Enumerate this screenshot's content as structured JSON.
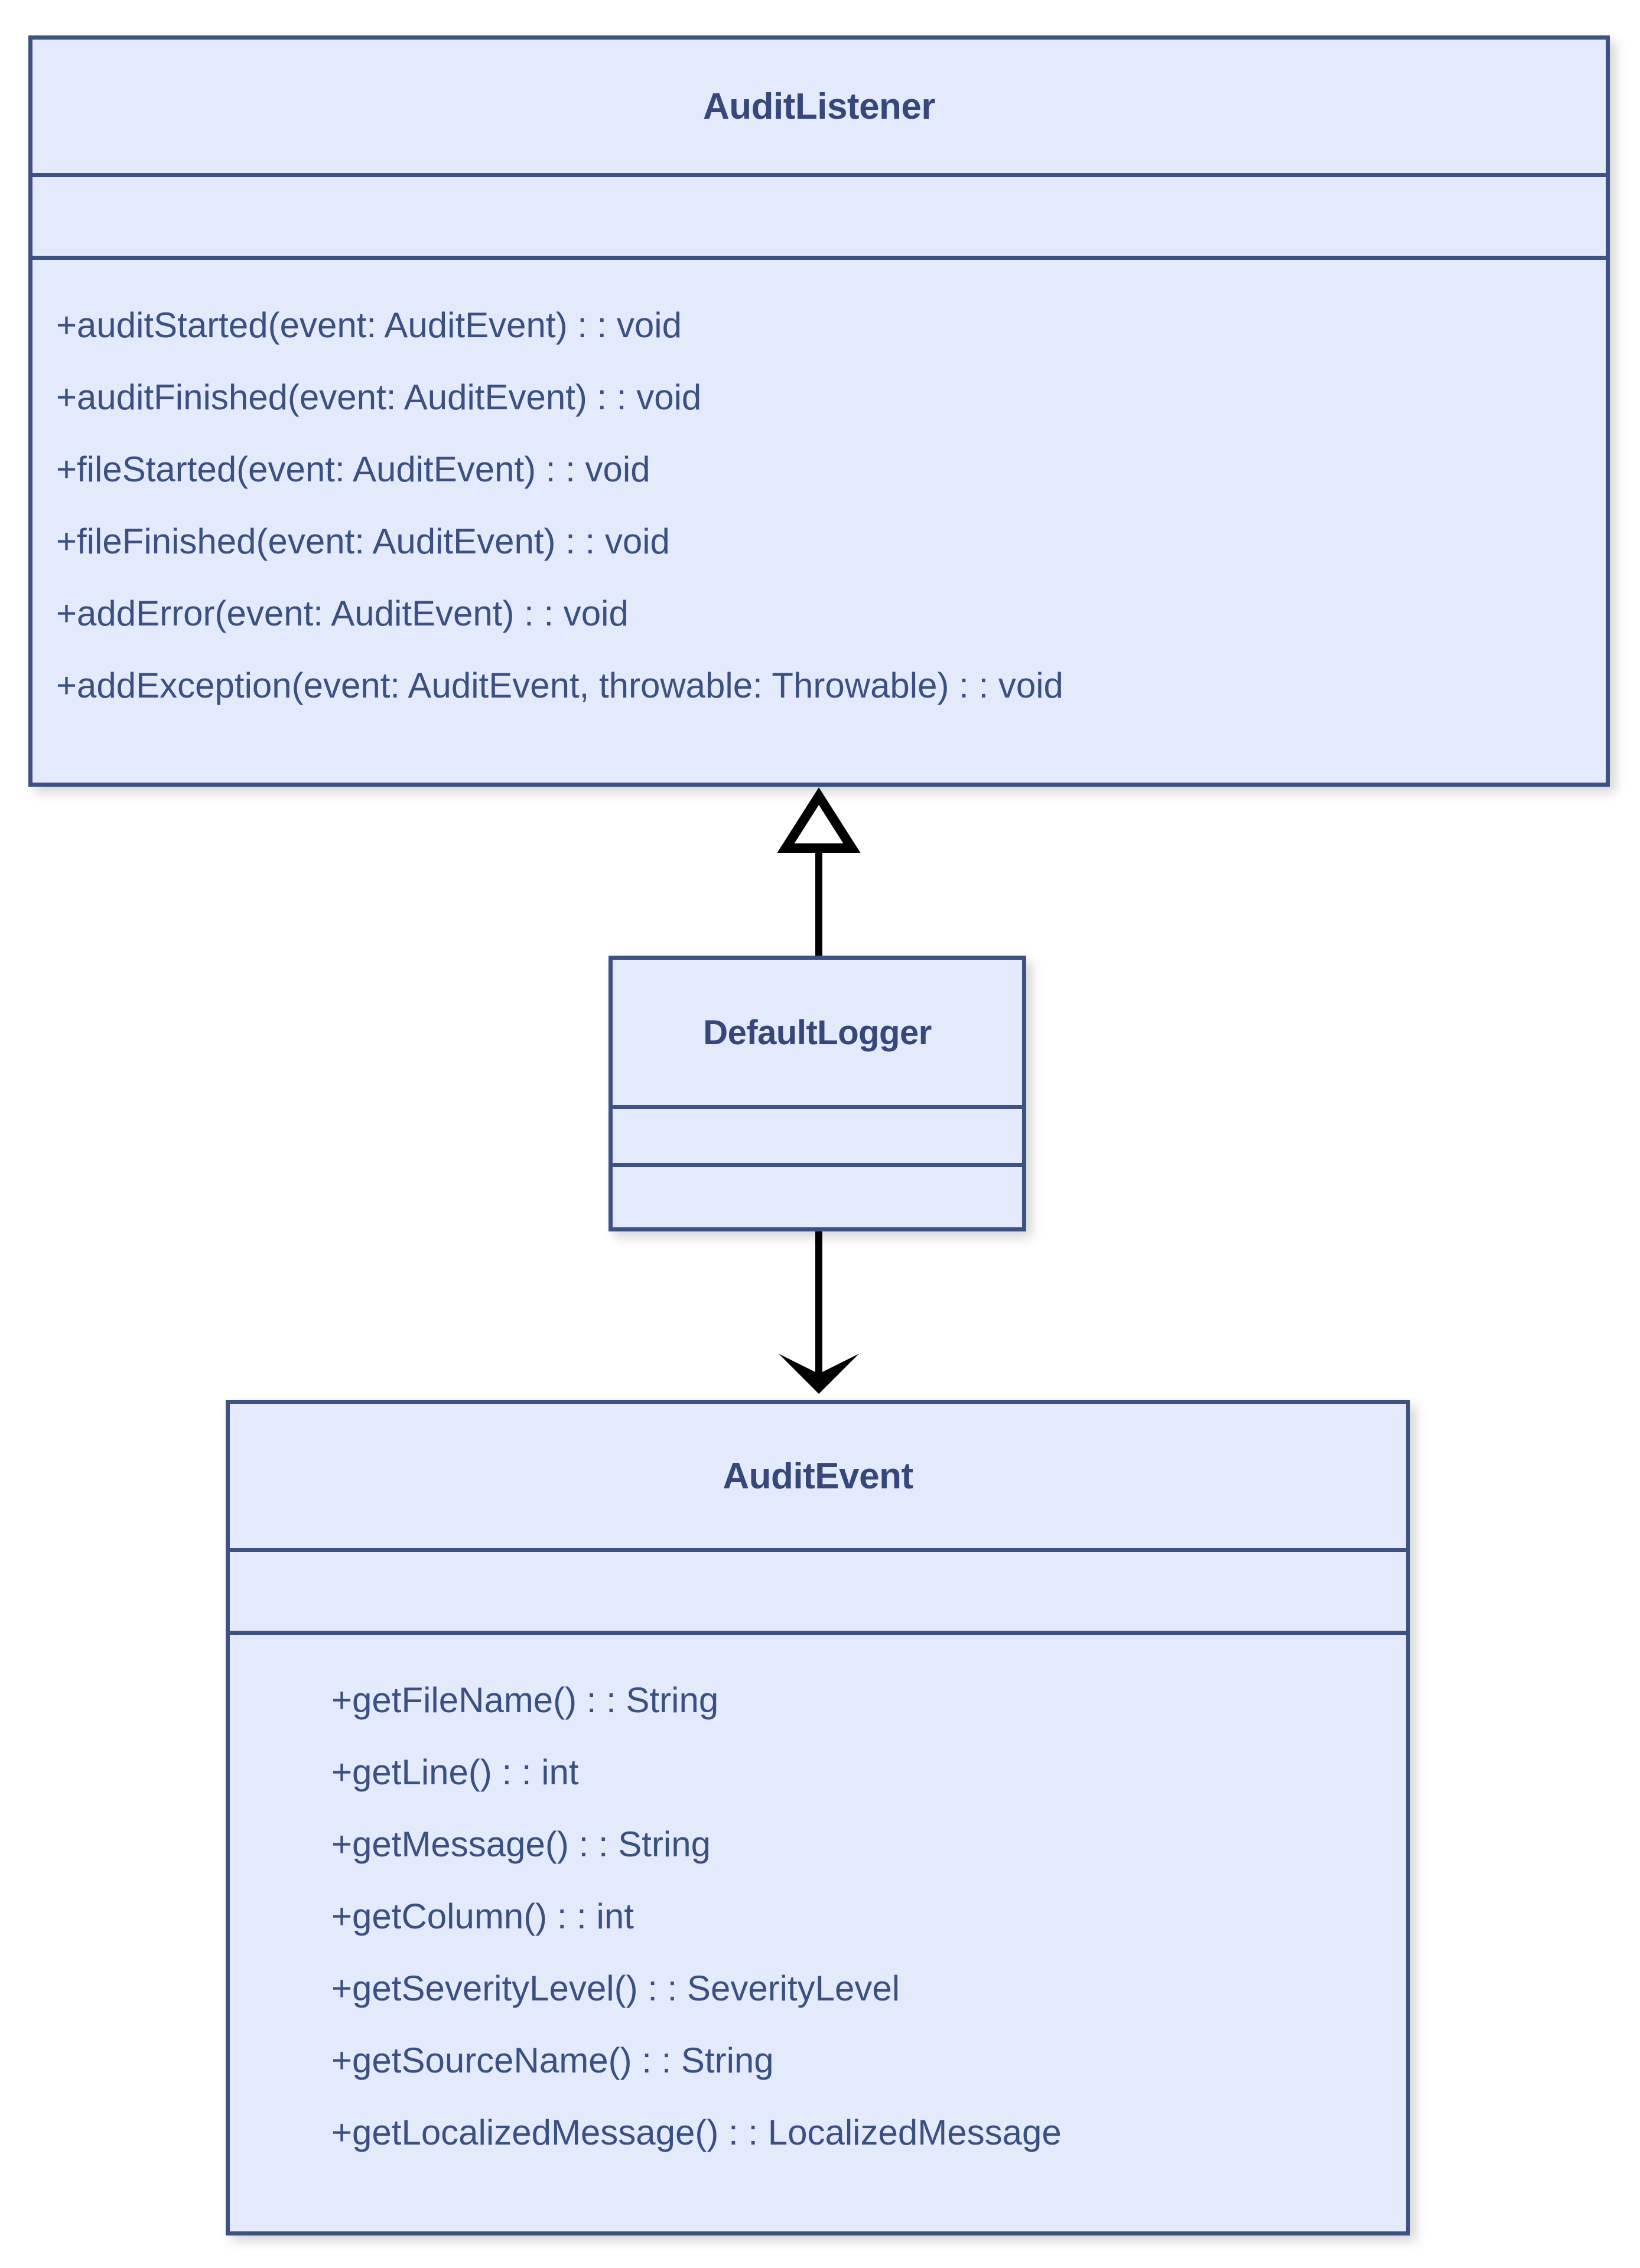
{
  "diagram": {
    "kind": "uml-class-diagram",
    "colors": {
      "class_fill": "#e3eafc",
      "class_border": "#3d5282",
      "title_text": "#36477a",
      "member_text": "#3a5080",
      "connector": "#000000",
      "background": "#ffffff"
    },
    "classes": [
      {
        "id": "audit-listener",
        "name": "AuditListener",
        "attributes": [],
        "methods": [
          "+auditStarted(event: AuditEvent) : : void",
          "+auditFinished(event: AuditEvent) : : void",
          "+fileStarted(event: AuditEvent) : : void",
          "+fileFinished(event: AuditEvent) : : void",
          "+addError(event: AuditEvent) : : void",
          "+addException(event: AuditEvent, throwable: Throwable) : : void"
        ]
      },
      {
        "id": "default-logger",
        "name": "DefaultLogger",
        "attributes": [],
        "methods": []
      },
      {
        "id": "audit-event",
        "name": "AuditEvent",
        "attributes": [],
        "methods": [
          "+getFileName() : : String",
          "+getLine() : : int",
          "+getMessage() : : String",
          "+getColumn() : : int",
          "+getSeverityLevel() : : SeverityLevel",
          "+getSourceName() : : String",
          "+getLocalizedMessage() : : LocalizedMessage"
        ]
      }
    ],
    "connectors": [
      {
        "id": "generalization-default-logger-to-audit-listener",
        "from": "DefaultLogger",
        "to": "AuditListener",
        "arrowhead": "hollow-triangle",
        "line": "solid",
        "direction": "up"
      },
      {
        "id": "association-default-logger-to-audit-event",
        "from": "DefaultLogger",
        "to": "AuditEvent",
        "arrowhead": "filled-open-arrow",
        "line": "solid",
        "direction": "down"
      }
    ]
  }
}
